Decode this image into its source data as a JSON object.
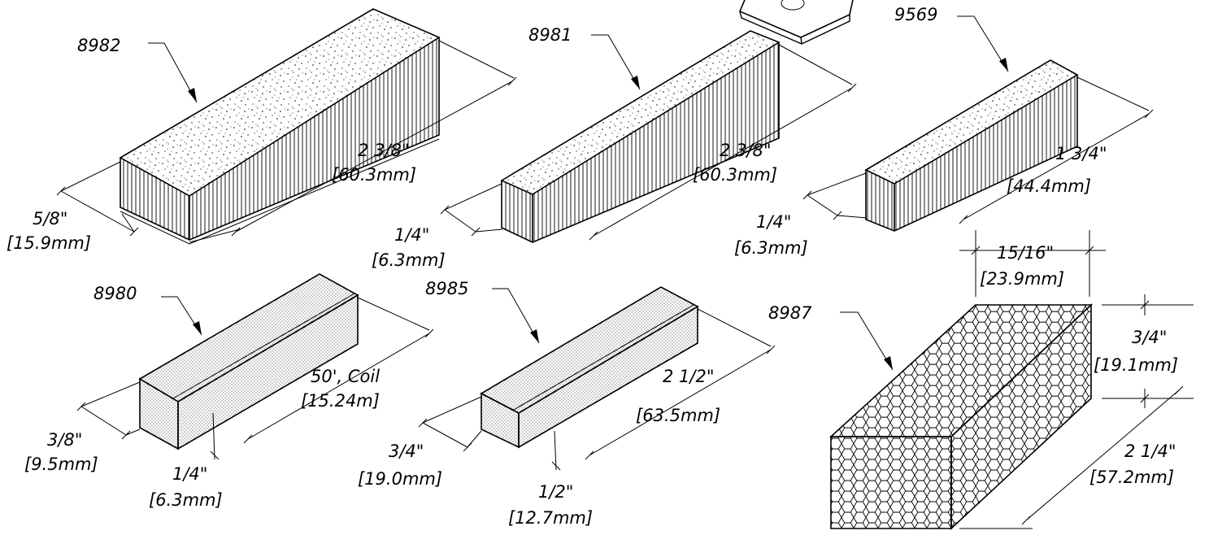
{
  "parts": {
    "p8982": {
      "label": "8982",
      "length": "2 3/8\"",
      "length_mm": "[60.3mm]",
      "width": "5/8\"",
      "width_mm": "[15.9mm]"
    },
    "p8981": {
      "label": "8981",
      "length": "2 3/8\"",
      "length_mm": "[60.3mm]",
      "width": "1/4\"",
      "width_mm": "[6.3mm]"
    },
    "p9569": {
      "label": "9569",
      "length": "1 3/4\"",
      "length_mm": "[44.4mm]",
      "width": "1/4\"",
      "width_mm": "[6.3mm]"
    },
    "p8980": {
      "label": "8980",
      "length": "50', Coil",
      "length_mm": "[15.24m]",
      "width": "3/8\"",
      "width_mm": "[9.5mm]",
      "height": "1/4\"",
      "height_mm": "[6.3mm]"
    },
    "p8985": {
      "label": "8985",
      "length": "2 1/2\"",
      "length_mm": "[63.5mm]",
      "width": "3/4\"",
      "width_mm": "[19.0mm]",
      "height": "1/2\"",
      "height_mm": "[12.7mm]"
    },
    "p8987": {
      "label": "8987",
      "top": "15/16\"",
      "top_mm": "[23.9mm]",
      "height": "3/4\"",
      "height_mm": "[19.1mm]",
      "length": "2 1/4\"",
      "length_mm": "[57.2mm]"
    }
  },
  "colors": {
    "line": "#000000",
    "background": "#ffffff"
  },
  "textures": {
    "speckle": "speckle-pattern",
    "ribs": "vertical-rib-pattern",
    "dots": "fine-dot-pattern",
    "hex": "honeycomb-pattern"
  }
}
